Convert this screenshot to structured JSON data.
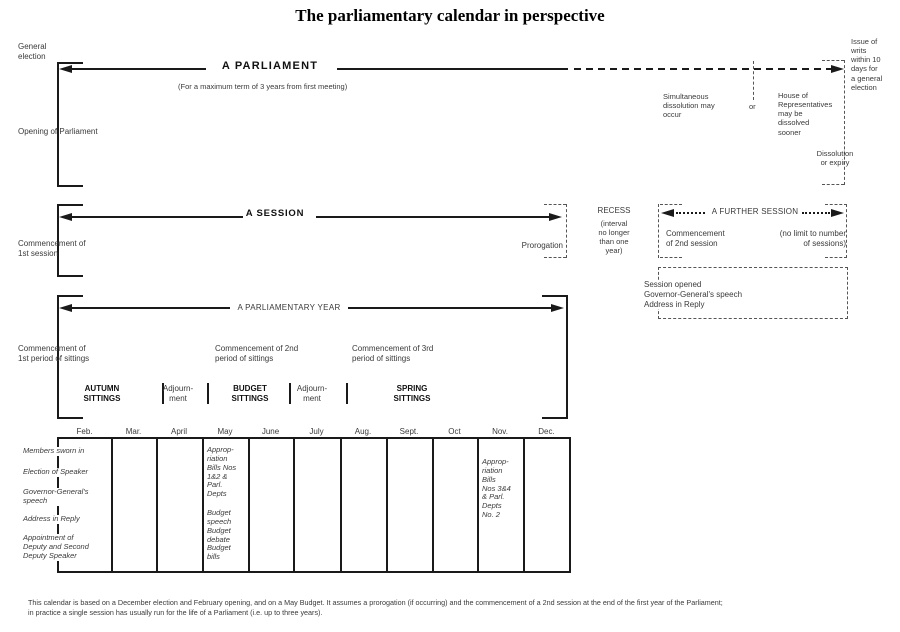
{
  "title": "The parliamentary calendar in perspective",
  "parliament": {
    "label": "A PARLIAMENT",
    "sublabel": "(For a maximum term of 3 years from first meeting)",
    "general_election": "General\nelection",
    "opening": "Opening of Parliament",
    "simultaneous": "Simultaneous\ndissolution may\noccur",
    "or": "or",
    "house": "House of\nRepresentatives\nmay be\ndissolved\nsooner",
    "writs": "Issue of\nwrits\nwithin 10\ndays for\na general\nelection",
    "dissolution": "Dissolution\nor expiry"
  },
  "session": {
    "label": "A SESSION",
    "commencement_1st": "Commencement of\n1st session",
    "prorogation": "Prorogation",
    "recess": "RECESS",
    "recess_note": "(interval\nno longer\nthan one\nyear)",
    "further_label": "A FURTHER SESSION",
    "commencement_2nd": "Commencement\nof 2nd session",
    "no_limit": "(no limit to number\nof sessions)",
    "session_opened": "Session opened\nGovernor-General's speech\nAddress in Reply"
  },
  "year": {
    "label": "A PARLIAMENTARY YEAR",
    "period1": "Commencement of\n1st period of sittings",
    "period2": "Commencement of 2nd\nperiod of sittings",
    "period3": "Commencement of 3rd\nperiod of sittings",
    "sittings": {
      "autumn": "AUTUMN\nSITTINGS",
      "adjournment1": "Adjourn-\nment",
      "budget": "BUDGET\nSITTINGS",
      "adjournment2": "Adjourn-\nment",
      "spring": "SPRING\nSITTINGS"
    }
  },
  "table": {
    "months": [
      "Feb.",
      "Mar.",
      "April",
      "May",
      "June",
      "July",
      "Aug.",
      "Sept.",
      "Oct",
      "Nov.",
      "Dec."
    ],
    "events": {
      "members": "Members sworn in",
      "speaker": "Election of Speaker",
      "gg_speech": "Governor-General's\nspeech",
      "address": "Address in Reply",
      "deputy": "Appointment of\nDeputy and Second\nDeputy Speaker"
    },
    "may_appropriation": "Approp-\nriation\nBills Nos\n1&2 &\nParl.\nDepts",
    "may_budget": "Budget\nspeech\nBudget\ndebate\nBudget\nbills",
    "nov_appropriation": "Approp-\nriation\nBills\nNos 3&4\n& Parl.\nDepts\nNo. 2"
  },
  "footer": "This calendar is based on a December election and February opening, and on a May Budget. It assumes a prorogation (if occurring) and the commencement of a 2nd session at the end of the first year of the Parliament;\nin practice a single session has usually run for the life of a Parliament (i.e. up to three years)."
}
